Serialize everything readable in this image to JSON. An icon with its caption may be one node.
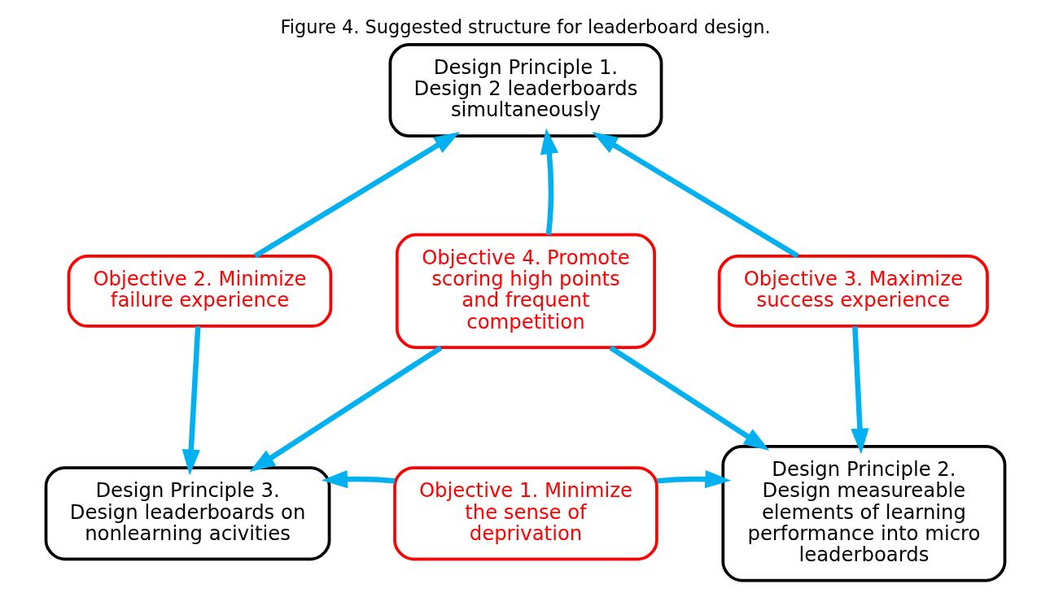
{
  "diagram": {
    "caption": "Figure 4. Suggested structure for leaderboard design.",
    "nodes": [
      {
        "text": [
          "Design Principle 1. Design 2 leaderboards simultaneously"
        ]
      },
      {
        "text": [
          "Objective 2. Minimize failure experience"
        ]
      },
      {
        "text": [
          "Objective 4. Promote scoring high points and frequent competition"
        ]
      },
      {
        "text": [
          "Objective 3. Maximize success experience"
        ]
      },
      {
        "text": [
          "Design Principle 3. Design leaderboards on nonlearning acivities"
        ]
      },
      {
        "text": [
          "Objective 1. Minimize the sense of deprivation"
        ]
      },
      {
        "text": [
          "Design Principle 2. Design measureable elements of learning performance into micro leaderboards"
        ]
      }
    ],
    "edges": [
      {
        "from": 1,
        "to": 0,
        "arrow": "to"
      },
      {
        "from": 2,
        "to": 0,
        "arrow": "to"
      },
      {
        "from": 3,
        "to": 0,
        "arrow": "to"
      },
      {
        "from": 1,
        "to": 4,
        "arrow": "to"
      },
      {
        "from": 2,
        "to": 4,
        "arrow": "to"
      },
      {
        "from": 2,
        "to": 6,
        "arrow": "to"
      },
      {
        "from": 3,
        "to": 6,
        "arrow": "to"
      },
      {
        "from": 5,
        "to": 4,
        "arrow": "to"
      },
      {
        "from": 5,
        "to": 6,
        "arrow": "to"
      }
    ]
  }
}
